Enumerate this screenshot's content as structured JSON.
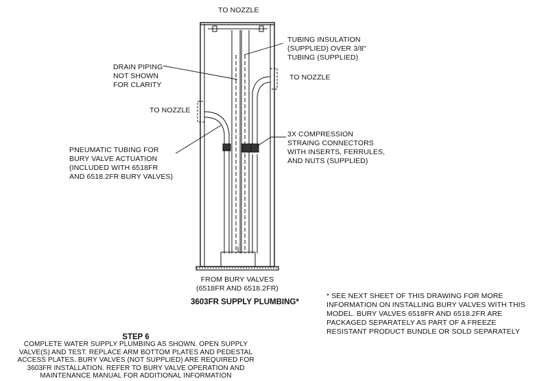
{
  "labels": {
    "to_nozzle_top": "TO NOZZLE",
    "tubing_insulation": "TUBING INSULATION\n(SUPPLIED) OVER 3/8\"\nTUBING (SUPPLIED)",
    "drain_piping": "DRAIN PIPING\nNOT SHOWN\nFOR CLARITY",
    "to_nozzle_right": "TO NOZZLE",
    "to_nozzle_left": "TO NOZZLE",
    "compression_connectors": "3X COMPRESSION\nSTRAING CONNECTORS\nWITH INSERTS, FERRULES,\nAND NUTS (SUPPLIED)",
    "pneumatic_tubing": "PNEUMATIC TUBING FOR\nBURY VALVE ACTUATION\n(INCLUDED WITH 6518FR\nAND 6518.2FR BURY VALVES)",
    "from_bury_valves": "FROM BURY VALVES\n(6518FR AND 6518.2FR)"
  },
  "drawing_title": "3603FR SUPPLY PLUMBING*",
  "note": "* SEE NEXT SHEET OF THIS DRAWING FOR MORE\nINFORMATION ON INSTALLING BURY VALVES WITH THIS\nMODEL.  BURY VALVES 6518FR AND 6518.2FR ARE\nPACKAGED SEPARATELY AS PART OF A FREEZE\nRESISTANT PRODUCT BUNDLE OR SOLD SEPARATELY",
  "step": {
    "title": "STEP 6",
    "text": "COMPLETE WATER SUPPLY PLUMBING AS SHOWN.  OPEN SUPPLY\nVALVE(S) AND TEST.  REPLACE ARM BOTTOM PLATES AND PEDESTAL\nACCESS PLATES.  BURY VALVES (NOT SUPPLIED) ARE REQUIRED FOR\n3603FR INSTALLATION.  REFER TO BURY VALVE OPERATION AND\nMAINTENANCE MANUAL FOR ADDITIONAL INFORMATION"
  }
}
